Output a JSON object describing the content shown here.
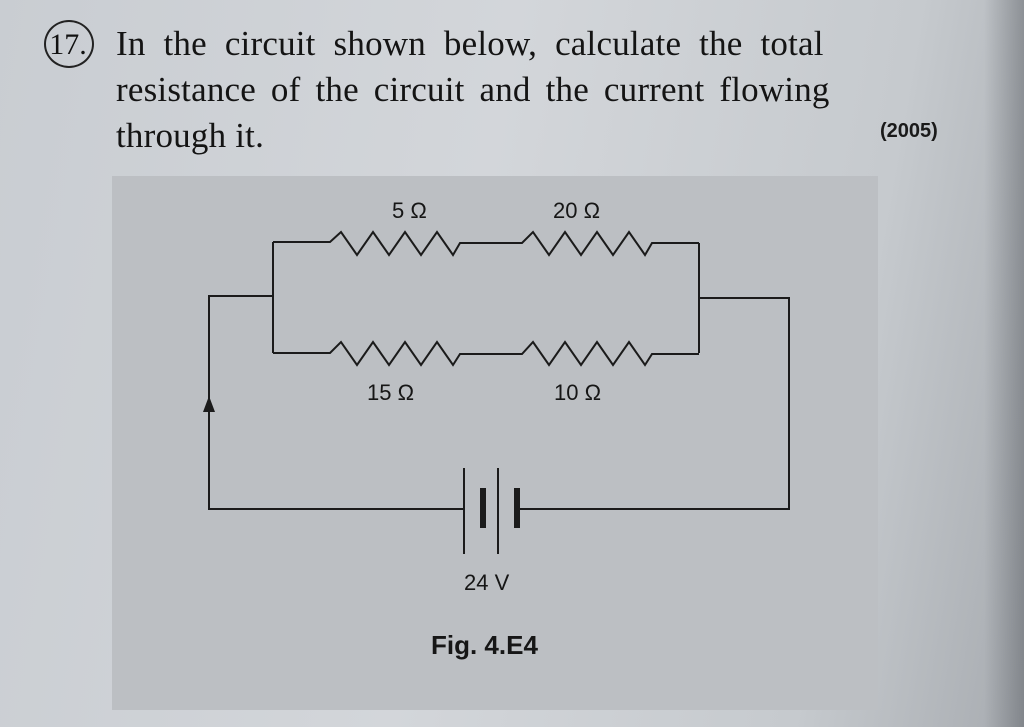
{
  "question": {
    "number": "17.",
    "lines": [
      "In the circuit shown below, calculate the total",
      "resistance of the circuit and the current flowing",
      "through it."
    ],
    "year": "(2005)"
  },
  "figure": {
    "resistors": {
      "top_left": "5 Ω",
      "top_right": "20 Ω",
      "bottom_left": "15 Ω",
      "bottom_right": "10 Ω"
    },
    "battery_voltage": "24 V",
    "caption": "Fig. 4.E4"
  }
}
